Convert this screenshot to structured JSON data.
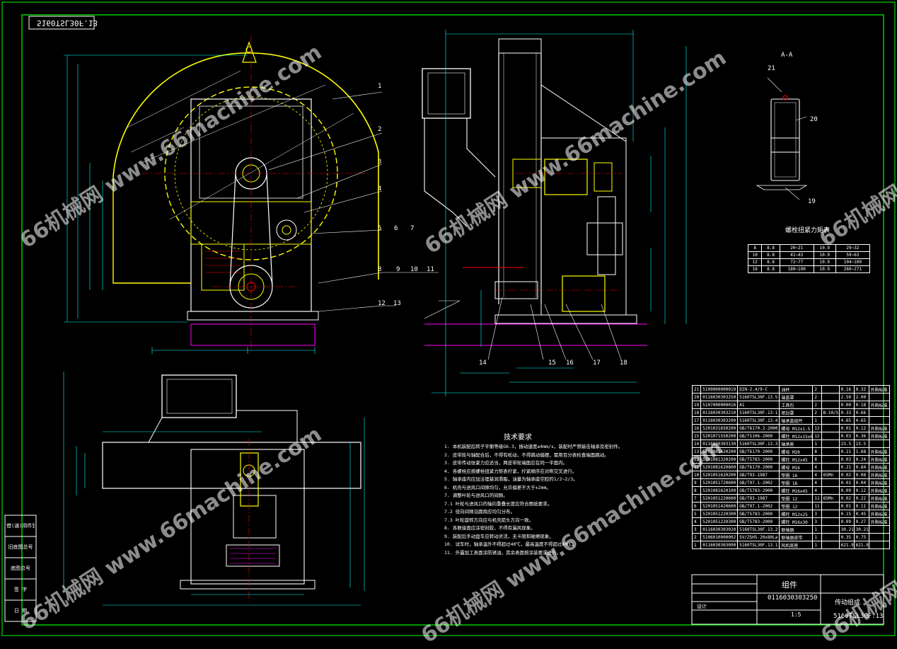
{
  "drawing_code_mirrored": "5160TSL30F.13",
  "section_label": "A-A",
  "bolt_table_title": "螺栓扭紧力矩表",
  "bolt_table": [
    [
      "8",
      "8.8",
      "20~21",
      "10.9",
      "29~32"
    ],
    [
      "10",
      "8.8",
      "41~43",
      "10.9",
      "59~63"
    ],
    [
      "12",
      "8.8",
      "72~77",
      "10.9",
      "104~109"
    ],
    [
      "16",
      "8.8",
      "180~190",
      "10.9",
      "260~271"
    ]
  ],
  "tech_title": "技术要求",
  "tech_notes": [
    "1.  本机装配后转子平衡等级G6.3，振动速度≤4mm/s，装配时严禁敲击轴承及密封件。",
    "2.  皮带轮与轴配合后，不得有松动，不得跳动偏摆，需用百分表检查端面跳动。",
    "3.  皮带传动张紧力应适当，两皮带轮端面应在同一平面内。",
    "4.  各螺栓应按螺栓扭紧力矩表拧紧，拧紧顺序应对称交叉进行。",
    "5.  轴承座内应加注锂基润滑脂，油量为轴承座空腔的1/2~2/3。",
    "6.  机壳与进风口间隙均匀，允许偏差不大于±2mm。",
    "7.  调整叶轮与进风口的间隙。",
    "7.1  叶轮与进风口的轴向重叠长度应符合图纸要求。",
    "7.2  径向间隙沿圆周应均匀分布。",
    "7.3  叶轮旋转方向应与机壳箭头方向一致。",
    "8.  各联接面应涂密封胶，不得有漏风现象。",
    "9.  装配后手动盘车应转动灵活，无卡阻和碰擦现象。",
    "10. 试车时，轴承温升不得超过40℃，最高温度不得超过80℃。",
    "11. 外露加工表面涂防锈油，其余表面按涂装要求进行。"
  ],
  "bom_rows": [
    [
      "21",
      "5109000000019",
      "DIN-2.4/9-C",
      "油杯",
      "2",
      "",
      "0.16",
      "0.32",
      "外购标准"
    ],
    [
      "20",
      "0116030303250",
      "5160TSL30F.13.5",
      "端盖罩",
      "2",
      "",
      "2.50",
      "2.00",
      ""
    ],
    [
      "19",
      "5107000000016",
      "A1",
      "工具包",
      "2",
      "",
      "0.00",
      "0.18",
      "外购标准"
    ],
    [
      "18",
      "0116030303210",
      "5160TSL30F.13-1",
      "密封罩",
      "2",
      "B-10/S",
      "0.33",
      "0.66",
      ""
    ],
    [
      "17",
      "0116030303200",
      "5160TSL30F.13.4",
      "轴承盖组件",
      "1",
      "",
      "4.65",
      "4.65",
      ""
    ],
    [
      "16",
      "5201031650200",
      "GB/T6170.2-2000",
      "螺母 M12x1.5",
      "12",
      "",
      "0.01",
      "0.12",
      "外购标准"
    ],
    [
      "15",
      "5201071550200",
      "GB/T5106-2000",
      "螺栓 M12x15x60",
      "12",
      "",
      "0.03",
      "0.36",
      "外购标准"
    ],
    [
      "14",
      "0116030303130",
      "5160TSL30F.13.3",
      "轴承座",
      "1",
      "",
      "23.5",
      "23.5",
      ""
    ],
    [
      "13",
      "5201081620200",
      "GB/T6170-2000",
      "螺母 M20",
      "8",
      "",
      "0.21",
      "1.68",
      "外购标准"
    ],
    [
      "12",
      "5201081320200",
      "GB/T5783-2000",
      "螺栓 M12x45",
      "8",
      "",
      "0.03",
      "0.24",
      "外购标准"
    ],
    [
      "11",
      "5201081620800",
      "GB/T6170-2000",
      "螺母 M16",
      "4",
      "",
      "0.21",
      "0.84",
      "外购标准"
    ],
    [
      "10",
      "5201051620200",
      "GB/T93-1987",
      "垫圈 16",
      "4",
      "65Mn",
      "0.02",
      "0.08",
      "外购标准"
    ],
    [
      "9",
      "5201051720600",
      "GB/T97.1-2002",
      "垫圈 16",
      "4",
      "",
      "0.01",
      "0.04",
      "外购标准"
    ],
    [
      "8",
      "5201081620100",
      "GB/T5783-2000",
      "螺栓 M16x45",
      "4",
      "",
      "0.09",
      "0.12",
      "外购标准"
    ],
    [
      "7",
      "5201051220600",
      "GB/T93-1987",
      "垫圈 12",
      "11",
      "65Mn",
      "0.02",
      "0.22",
      "外购标准"
    ],
    [
      "6",
      "5201051420600",
      "GB/T97.1-2002",
      "垫圈 12",
      "11",
      "",
      "0.01",
      "0.11",
      "外购标准"
    ],
    [
      "5",
      "5201051220300",
      "GB/T5783-2000",
      "螺栓 M12x25",
      "3",
      "",
      "0.15",
      "0.45",
      "外购标准"
    ],
    [
      "4",
      "5201051220300",
      "GB/T5783-2000",
      "螺栓 M16x30",
      "3",
      "",
      "0.09",
      "0.27",
      "外购标准"
    ],
    [
      "3",
      "0116030303020",
      "5160TSL30F.13.2",
      "联轴器",
      "1",
      "",
      "30.21",
      "30.21",
      ""
    ],
    [
      "2",
      "5106010000002",
      "SV/ZSH5-20x80La",
      "联轴器皮带",
      "1",
      "",
      "0.35",
      "0.75",
      ""
    ],
    [
      "1",
      "0116030303090",
      "5160TSL30F.13.1",
      "风机底座",
      "1",
      "",
      "621.9",
      "621.9",
      ""
    ]
  ],
  "title_block": {
    "name": "组件",
    "code": "0116030303250",
    "subtitle": "传动组成",
    "drawing_no": "5160TSL30F.13",
    "scale_label": "1:5",
    "designer_label": "设计"
  },
  "left_strip": [
    "借(通)用件登记",
    "旧底图总号",
    "底图总号",
    "签 字",
    "日 期"
  ],
  "watermark": "66机械网 www.66machine.com",
  "colors": {
    "background": "#000000",
    "frame": "#00ff00",
    "machine": "#ffff00",
    "dimension": "#00ffff",
    "red": "#ff0000",
    "magenta": "#ff00ff",
    "text": "#ffffff"
  }
}
